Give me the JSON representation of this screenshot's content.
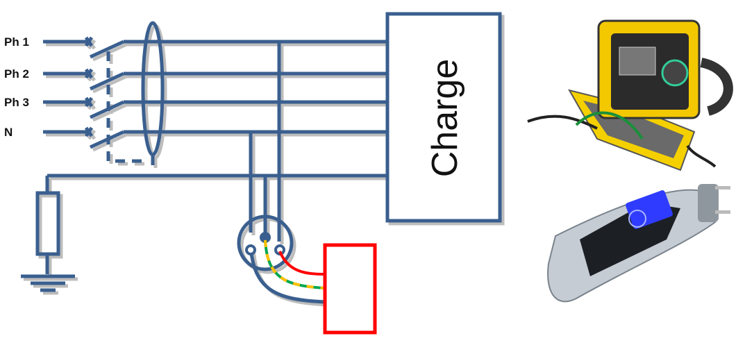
{
  "diagram": {
    "lines": [
      {
        "id": "ph1",
        "label": "Ph 1"
      },
      {
        "id": "ph2",
        "label": "Ph 2"
      },
      {
        "id": "ph3",
        "label": "Ph 3"
      },
      {
        "id": "n",
        "label": "N"
      }
    ],
    "load_label": "Charge",
    "colors": {
      "wire": "#3a5f8f",
      "tester_box": "#ff0000",
      "live_wire": "#ff0000",
      "earth_green": "#00a650",
      "earth_yellow": "#ffc000"
    }
  }
}
